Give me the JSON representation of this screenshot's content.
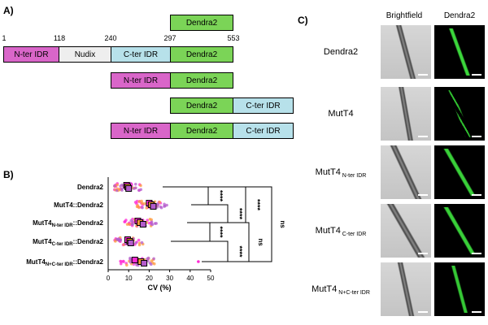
{
  "panelA": {
    "letter": "A)",
    "positions": [
      "1",
      "118",
      "240",
      "297",
      "553"
    ],
    "domain_colors": {
      "nter": "#d966c9",
      "nudix": "#eeeeee",
      "cter": "#b7e1ea",
      "dendra2": "#7bd457"
    },
    "rows": [
      {
        "name": "dendra2-only",
        "segments": [
          {
            "key": "dendra2",
            "label": "Dendra2"
          }
        ]
      },
      {
        "name": "mutt4-full",
        "segments": [
          {
            "key": "nter",
            "label": "N-ter IDR"
          },
          {
            "key": "nudix",
            "label": "Nudix"
          },
          {
            "key": "cter",
            "label": "C-ter IDR"
          },
          {
            "key": "dendra2",
            "label": "Dendra2"
          }
        ]
      },
      {
        "name": "nter-dendra2",
        "segments": [
          {
            "key": "nter",
            "label": "N-ter IDR"
          },
          {
            "key": "dendra2",
            "label": "Dendra2"
          }
        ]
      },
      {
        "name": "dendra2-cter",
        "segments": [
          {
            "key": "dendra2",
            "label": "Dendra2"
          },
          {
            "key": "cter",
            "label": "C-ter IDR"
          }
        ]
      },
      {
        "name": "nter-dendra2-cter",
        "segments": [
          {
            "key": "nter",
            "label": "N-ter IDR"
          },
          {
            "key": "dendra2",
            "label": "Dendra2"
          },
          {
            "key": "cter",
            "label": "C-ter IDR"
          }
        ]
      }
    ]
  },
  "panelB": {
    "letter": "B)",
    "chart_data": {
      "type": "scatter",
      "title": "",
      "xlabel": "CV (%)",
      "ylabel": "",
      "xlim": [
        0,
        50
      ],
      "xticks": [
        "0",
        "10",
        "20",
        "30",
        "40",
        "50"
      ],
      "categories": [
        {
          "main": "Dendra2",
          "sub": "",
          "tail": ""
        },
        {
          "main": "MutT4::Dendra2",
          "sub": "",
          "tail": ""
        },
        {
          "main": "MutT4",
          "sub": "N-ter IDR",
          "tail": "::Dendra2"
        },
        {
          "main": "MutT4",
          "sub": "C-ter IDR",
          "tail": "::Dendra2"
        },
        {
          "main": "MutT4",
          "sub": "N+C-ter IDR",
          "tail": "::Dendra2"
        }
      ],
      "replicate_means": [
        [
          9,
          9.5,
          10
        ],
        [
          20,
          21,
          22
        ],
        [
          14.5,
          15.5,
          17
        ],
        [
          9.5,
          10.5,
          11
        ],
        [
          13,
          16,
          17.5
        ]
      ],
      "series_colors": [
        "#ff2ad4",
        "#ff9a3c",
        "#b45ccc"
      ],
      "significance": [
        {
          "pair": [
            0,
            1
          ],
          "label": "****"
        },
        {
          "pair": [
            1,
            2
          ],
          "label": "****"
        },
        {
          "pair": [
            0,
            2
          ],
          "label": "****"
        },
        {
          "pair": [
            0,
            4
          ],
          "label": "ns"
        },
        {
          "pair": [
            2,
            3
          ],
          "label": "****"
        },
        {
          "pair": [
            3,
            4
          ],
          "label": "****"
        },
        {
          "pair": [
            2,
            4
          ],
          "label": "ns"
        }
      ]
    }
  },
  "panelC": {
    "letter": "C)",
    "col_headers": [
      "Brightfield",
      "Dendra2"
    ],
    "rows": [
      {
        "main": "Dendra2",
        "sub": ""
      },
      {
        "main": "MutT4",
        "sub": ""
      },
      {
        "main": "MutT4",
        "sub": "N-ter IDR"
      },
      {
        "main": "MutT4",
        "sub": "C-ter IDR"
      },
      {
        "main": "MutT4",
        "sub": "N+C-ter IDR"
      }
    ]
  }
}
